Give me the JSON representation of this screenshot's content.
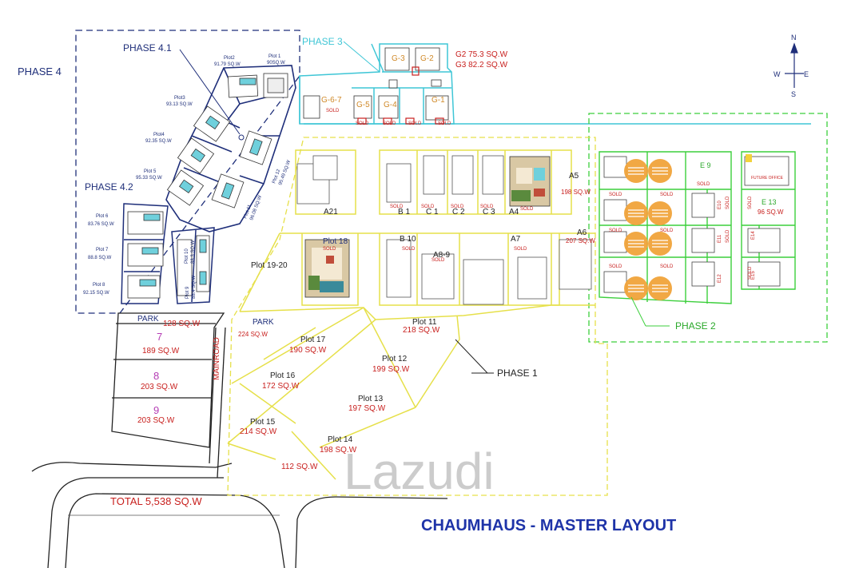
{
  "title": "CHAUMHAUS - MASTER LAYOUT",
  "watermark": "Lazudi",
  "total": "TOTAL 5,538 SQ.W",
  "compass": {
    "n": "N",
    "s": "S",
    "e": "E",
    "w": "W"
  },
  "phases": {
    "p4": "PHASE 4",
    "p41": "PHASE 4.1",
    "p42": "PHASE 4.2",
    "p3": "PHASE 3",
    "p2": "PHASE 2",
    "p1": "PHASE 1"
  },
  "g_sizes": {
    "g2": "G2  75.3 SQ.W",
    "g3": "G3  82.2 SQ.W"
  },
  "g_units": {
    "g3": "G-3",
    "g2": "G-2",
    "g67": "G-6-7",
    "g5": "G-5",
    "g4": "G-4",
    "g1": "G-1"
  },
  "sold": "SOLD",
  "phase4_plots": {
    "p1": "Plot 1",
    "p1s": "90SQ.W",
    "p2": "Plot2",
    "p2s": "91.79 SQ.W",
    "p3": "Plot3",
    "p3s": "93.13 SQ.W",
    "p4": "Plot4",
    "p4s": "92.35 SQ.W",
    "p5": "Plot 5",
    "p5s": "95.33 SQ.W",
    "p6": "Plot 6",
    "p6s": "83.76 SQ.W",
    "p7": "Plot 7",
    "p7s": "88.8 SQ.W",
    "p8": "Plot 8",
    "p8s": "92.15 SQ.W",
    "p9": "Plot 9",
    "p9s": "88.4 SQ.W",
    "p10": "Plot 10",
    "p10s": "88.3 SQ.W",
    "p11": "Plot 11",
    "p11s": "96.08 SQ.W",
    "p12": "Plot 12",
    "p12s": "95.49 SQ.W"
  },
  "left_plots": {
    "park": "PARK",
    "park_size": "128 SQ.W",
    "n7": "7",
    "s7": "189 SQ.W",
    "n8": "8",
    "s8": "203 SQ.W",
    "n9": "9",
    "s9": "203 SQ.W",
    "mainroad": "MAINROAD"
  },
  "phase1": {
    "a21": "A21",
    "b1": "B 1",
    "c1": "C 1",
    "c2": "C 2",
    "c3": "C 3",
    "a4": "A4",
    "a5": "A5",
    "a5s": "198 SQ.W",
    "a6": "A6",
    "a6s": "207 SQ.W",
    "plot18": "Plot 18",
    "plot1920": "Plot 19-20",
    "b10": "B 10",
    "a89": "A8-9",
    "a7": "A7",
    "park": "PARK",
    "park_size": "224 SQ.W",
    "plot17": "Plot 17",
    "plot17s": "190 SQ.W",
    "plot16": "Plot 16",
    "plot16s": "172 SQ.W",
    "plot15": "Plot 15",
    "plot15s": "214 SQ.W",
    "plot14": "Plot 14",
    "plot14s": "198 SQ.W",
    "plot13": "Plot 13",
    "plot13s": "197 SQ.W",
    "plot12": "Plot 12",
    "plot12s": "199 SQ.W",
    "plot11": "Plot 11",
    "plot11s": "218 SQ.W",
    "extra": "112 SQ.W"
  },
  "phase2": {
    "e9": "E 9",
    "e13": "E 13",
    "e13s": "96 SQ.W",
    "future_office": "FUTURE OFFICE",
    "e10": "E10",
    "e11": "E11",
    "e12": "E12",
    "e14": "E14",
    "e15": "E15"
  },
  "colors": {
    "navy": "#1f2f7a",
    "cyan": "#3fc6d6",
    "yellow": "#e6e04a",
    "green": "#3ccf3c",
    "red": "#c8201e",
    "orange": "#f1a43a",
    "title_blue": "#1e33a8"
  }
}
